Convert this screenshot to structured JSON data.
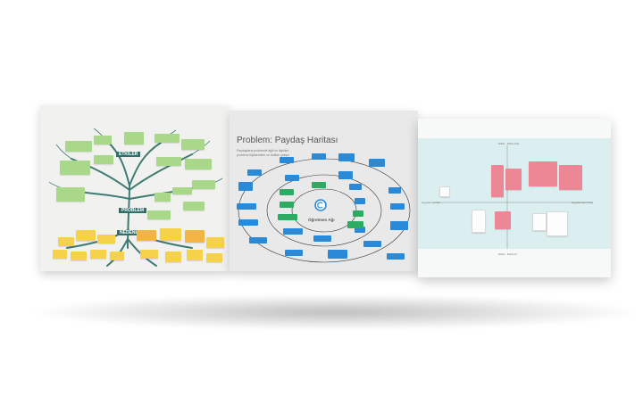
{
  "slides": {
    "left": {
      "kind": "problem-tree",
      "labels": [
        "ETKİLER",
        "PROBLEM",
        "NEDENLER"
      ]
    },
    "middle": {
      "title": "Problem: Paydaş Haritası",
      "subtitle_lines": [
        "Paydaşlarla problemle ilgili ve ilişkileri",
        "problemi ilişkilendirin ve birlikte çalışın"
      ],
      "center_label": "Öğretmen Ağı"
    },
    "right": {
      "kind": "matrix",
      "axis_top": "Etkisi - Daha Çok",
      "axis_bottom": "Etkisi - Daha Az",
      "axis_left": "Uygulaması Zor",
      "axis_right": "Uygulaması Kolay"
    }
  },
  "colors": {
    "tree_trunk": "#3f7b73",
    "note_green": "#a9d88a",
    "note_yellow": "#f6d24a",
    "note_pink": "#ee8795",
    "node_blue": "#2b8ad8",
    "node_green": "#2eab63",
    "matrix_bg": "#dceff0"
  }
}
